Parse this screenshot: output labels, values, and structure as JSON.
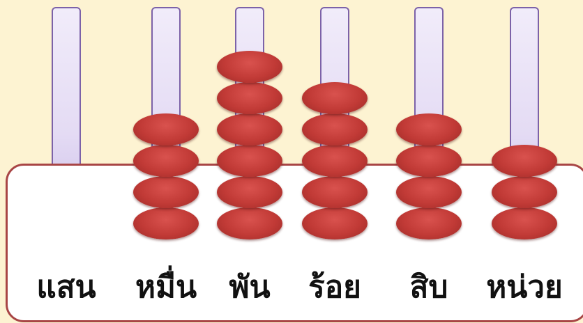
{
  "colors": {
    "background": "#fdf3d2",
    "base_border": "#a84545",
    "rod": "#e4dbf4",
    "bead": "#c13a36"
  },
  "abacus": {
    "columns": [
      {
        "label": "แสน",
        "beads": 0
      },
      {
        "label": "หมื่น",
        "beads": 4
      },
      {
        "label": "พัน",
        "beads": 6
      },
      {
        "label": "ร้อย",
        "beads": 5
      },
      {
        "label": "สิบ",
        "beads": 4
      },
      {
        "label": "หน่วย",
        "beads": 3
      }
    ]
  }
}
